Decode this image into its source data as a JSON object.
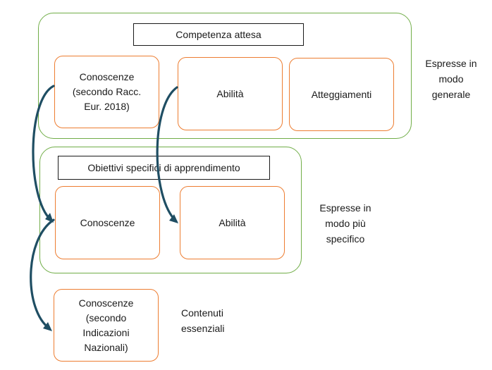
{
  "group_general": {
    "title": "Competenza attesa",
    "boxes": [
      "Conoscenze\n(secondo Racc.\nEur. 2018)",
      "Abilità",
      "Atteggiamenti"
    ],
    "side_label": "Espresse in\nmodo\ngenerale"
  },
  "group_specific": {
    "title": "Obiettivi specifici di apprendimento",
    "boxes": [
      "Conoscenze",
      "Abilità"
    ],
    "side_label": "Espresse in\nmodo più\nspecifico"
  },
  "bottom": {
    "box": "Conoscenze\n(secondo\nIndicazioni\nNazionali)",
    "side_label": "Contenuti\nessenziali"
  },
  "colors": {
    "group_border": "#70ad47",
    "box_border": "#ed7d31",
    "arrow": "#1f4e63"
  }
}
